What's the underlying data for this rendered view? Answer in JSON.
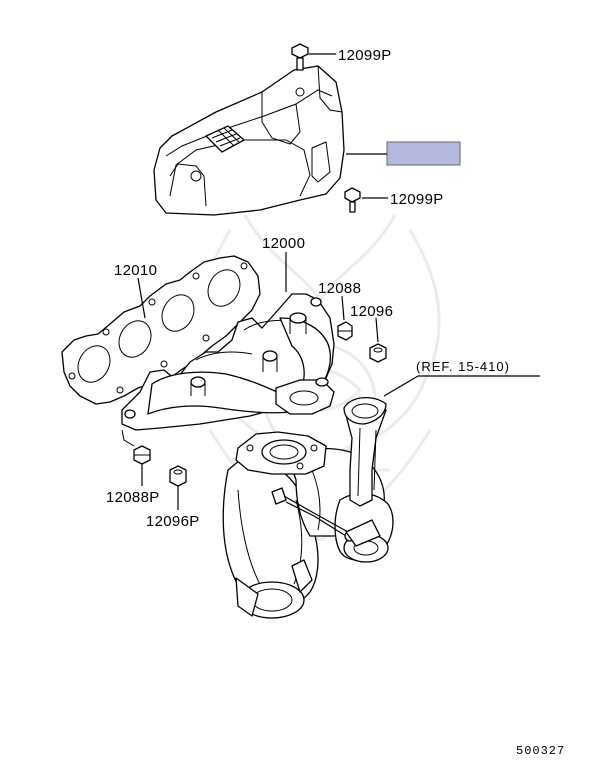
{
  "labels": {
    "top_bolt": "12099P",
    "side_bolt": "12099P",
    "gasket": "12010",
    "manifold": "12000",
    "stud": "12088",
    "nut": "12096",
    "stud_lower": "12088P",
    "nut_lower": "12096P",
    "reference": "(REF. 15-410)"
  },
  "highlight_color": "#b4b8de",
  "diagram_code": "500327",
  "watermark": "logo-watermark"
}
